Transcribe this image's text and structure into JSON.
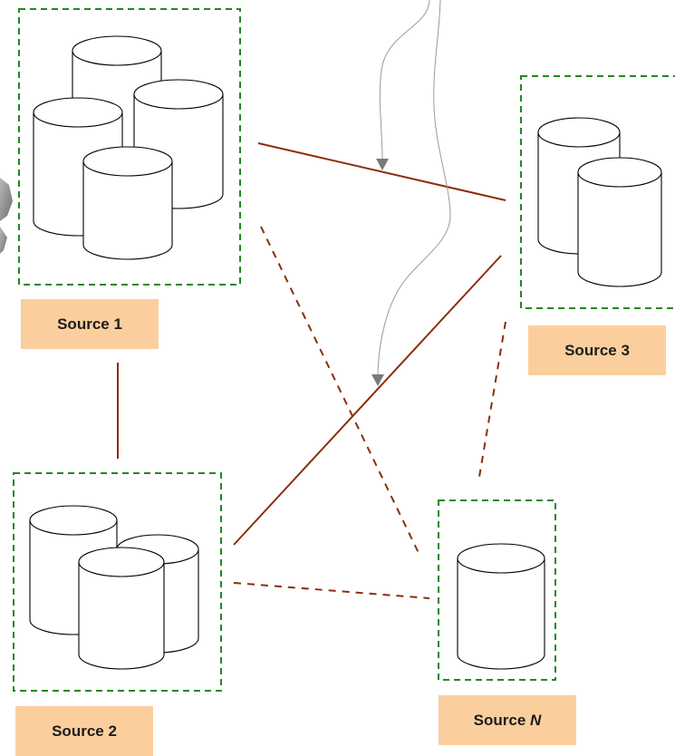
{
  "sources": [
    {
      "id": "source-1",
      "label": "Source 1",
      "databases": 4
    },
    {
      "id": "source-2",
      "label": "Source 2",
      "databases": 3
    },
    {
      "id": "source-3",
      "label": "Source 3",
      "databases": 2
    },
    {
      "id": "source-n",
      "label_prefix": "Source ",
      "label_var": "N",
      "databases": 1
    }
  ],
  "connections": [
    {
      "from": "Source 1",
      "to": "Source 3",
      "style": "solid"
    },
    {
      "from": "Source 1",
      "to": "Source 2",
      "style": "solid"
    },
    {
      "from": "Source 2",
      "to": "Source 3",
      "style": "solid"
    },
    {
      "from": "Source 1",
      "to": "Source N",
      "style": "dashed"
    },
    {
      "from": "Source 2",
      "to": "Source N",
      "style": "dashed"
    },
    {
      "from": "Source 3",
      "to": "Source N",
      "style": "dashed"
    }
  ],
  "colors": {
    "frame": "#1f8a1f",
    "label_fill": "#fbcf9d",
    "link": "#8b2e0b",
    "curve": "#9a9a9a"
  }
}
